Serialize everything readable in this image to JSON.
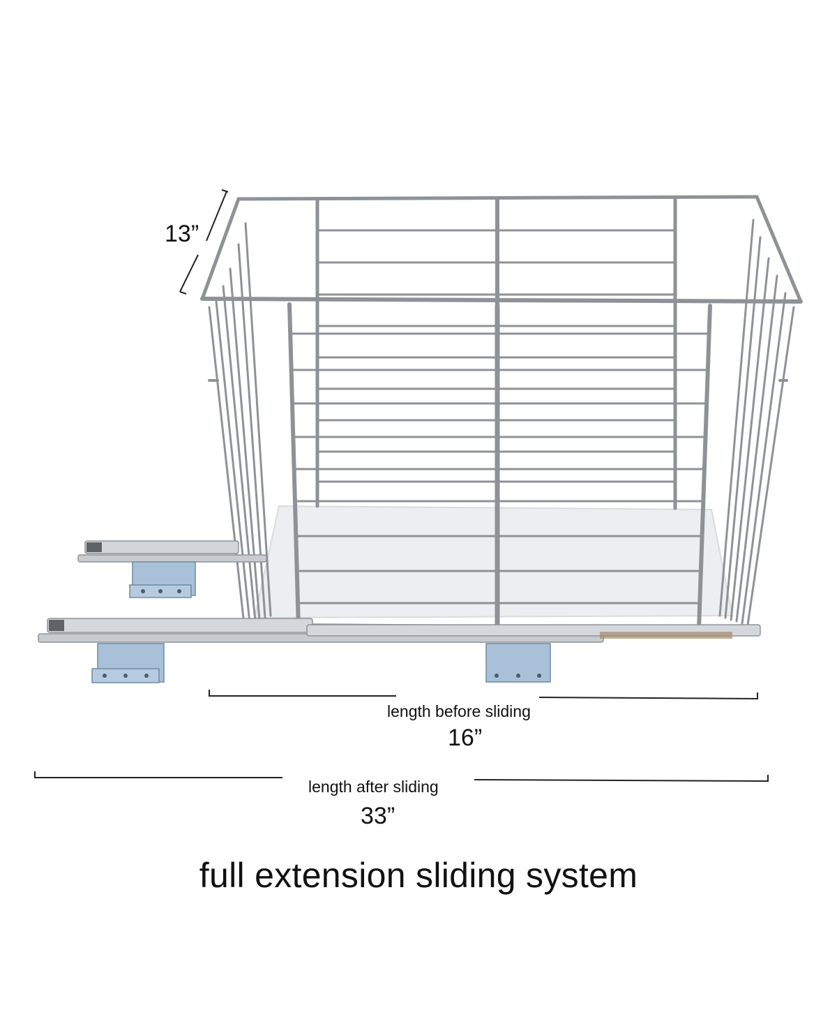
{
  "dimensions": {
    "height_value": "13”",
    "before": {
      "caption": "length before sliding",
      "value": "16”"
    },
    "after": {
      "caption": "length after sliding",
      "value": "33”"
    }
  },
  "headline": "full extension sliding system",
  "colors": {
    "wire": "#8f9398",
    "rail": "#b9bec4",
    "bracket": "#9fb9d2",
    "liner": "#e9ecef",
    "text": "#111111"
  },
  "icons": {
    "product": "wire-basket-with-slides"
  }
}
